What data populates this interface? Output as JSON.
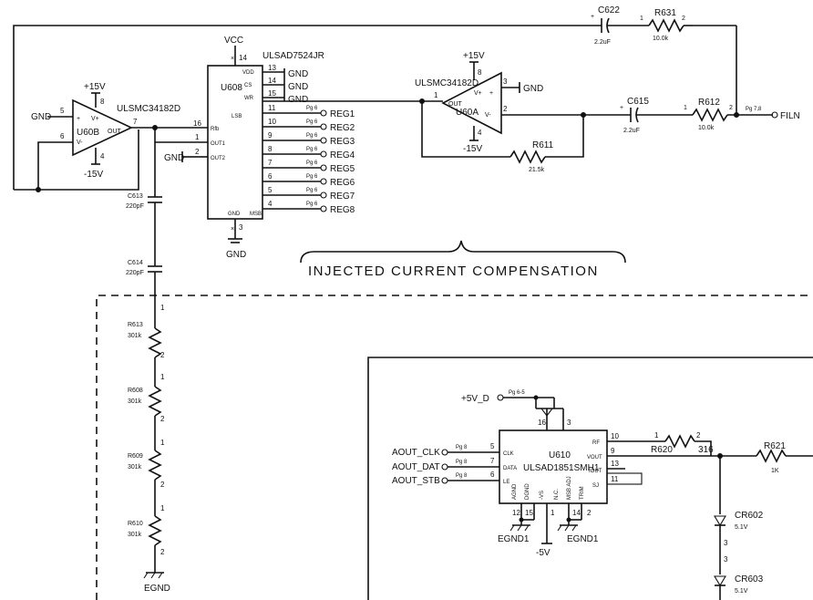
{
  "title": "INJECTED CURRENT COMPENSATION",
  "u60b": {
    "ref": "U60B",
    "part": "ULSMC34182D",
    "pins": {
      "plus": "5",
      "minus": "6",
      "out": "7",
      "vp": "8",
      "vn": "4"
    },
    "vplus": "+15V",
    "vminus": "-15V",
    "gnd": "GND",
    "out_label": "OUT"
  },
  "u608": {
    "ref": "U608",
    "part": "ULSAD7524JR",
    "vcc": "VCC",
    "gnd": "GND",
    "left_pins": [
      {
        "num": "16",
        "name": "Rfb"
      },
      {
        "num": "1",
        "name": "OUT1"
      },
      {
        "num": "2",
        "name": "OUT2"
      }
    ],
    "right_top": [
      {
        "num": "13",
        "name": "VDD"
      },
      {
        "num": "14",
        "name": "CS"
      },
      {
        "num": "15",
        "name": "WR"
      }
    ],
    "lsb": "LSB",
    "msb": "MSB",
    "right_bits": [
      {
        "num": "11",
        "net": "REG1"
      },
      {
        "num": "10",
        "net": "REG2"
      },
      {
        "num": "9",
        "net": "REG3"
      },
      {
        "num": "8",
        "net": "REG4"
      },
      {
        "num": "7",
        "net": "REG5"
      },
      {
        "num": "6",
        "net": "REG6"
      },
      {
        "num": "5",
        "net": "REG7"
      },
      {
        "num": "4",
        "net": "REG8"
      }
    ],
    "vcc_pin": "14",
    "gnd_pin": "3"
  },
  "u60a": {
    "ref": "U60A",
    "part": "ULSMC34182D",
    "vplus": "+15V",
    "vminus": "-15V",
    "gnd": "GND",
    "pins": {
      "out": "1",
      "minus": "2",
      "plus": "3",
      "vp": "8",
      "vn": "4"
    }
  },
  "c622": {
    "ref": "C622",
    "value": "2.2uF"
  },
  "r631": {
    "ref": "R631",
    "value": "10.0k",
    "p1": "1",
    "p2": "2"
  },
  "c615": {
    "ref": "C615",
    "value": "2.2uF"
  },
  "r612": {
    "ref": "R612",
    "value": "10.0k",
    "p1": "1",
    "p2": "2"
  },
  "r611": {
    "ref": "R611",
    "value": "21.5k"
  },
  "filn": {
    "label": "FILN",
    "page": "Pg 7,8"
  },
  "c613": {
    "ref": "C613",
    "value": "220pF"
  },
  "c614": {
    "ref": "C614",
    "value": "220pF"
  },
  "ladder": [
    {
      "ref": "R613",
      "value": "301k"
    },
    {
      "ref": "R608",
      "value": "301k"
    },
    {
      "ref": "R609",
      "value": "301k"
    },
    {
      "ref": "R610",
      "value": "301k"
    }
  ],
  "egnd": "EGND",
  "u610": {
    "ref": "U610",
    "part": "ULSAD1851SMH1",
    "inputs": [
      {
        "net": "AOUT_CLK",
        "page": "Pg 8",
        "pin": "5",
        "name": "CLK"
      },
      {
        "net": "AOUT_DAT",
        "page": "Pg 8",
        "pin": "7",
        "name": "DATA"
      },
      {
        "net": "AOUT_STB",
        "page": "Pg 8",
        "pin": "6",
        "name": "LE"
      }
    ],
    "outputs": [
      {
        "pin": "10",
        "name": "RF"
      },
      {
        "pin": "9",
        "name": "VOUT"
      },
      {
        "pin": "13",
        "name": "IOUT"
      },
      {
        "pin": "11",
        "name": "SJ"
      }
    ],
    "top_pins": [
      "16",
      "3"
    ],
    "bottom_pins": [
      "12",
      "15",
      "1",
      "14",
      "2"
    ],
    "bottom_names": [
      "AGND",
      "DGND",
      "-VS",
      "N.C.",
      "MSB ADJ",
      "TRIM"
    ]
  },
  "plus5v": {
    "net": "+5V_D",
    "page": "Pg 6-5"
  },
  "egnd1": "EGND1",
  "minus5v": "-5V",
  "r620": {
    "ref": "R620",
    "value": "316",
    "p1": "1",
    "p2": "2"
  },
  "r621": {
    "ref": "R621",
    "value": "1K"
  },
  "cr602": {
    "ref": "CR602",
    "value": "5.1V",
    "p": "3"
  },
  "cr603": {
    "ref": "CR603",
    "value": "5.1V",
    "p": "3"
  },
  "pg_ref": "Pg 6"
}
